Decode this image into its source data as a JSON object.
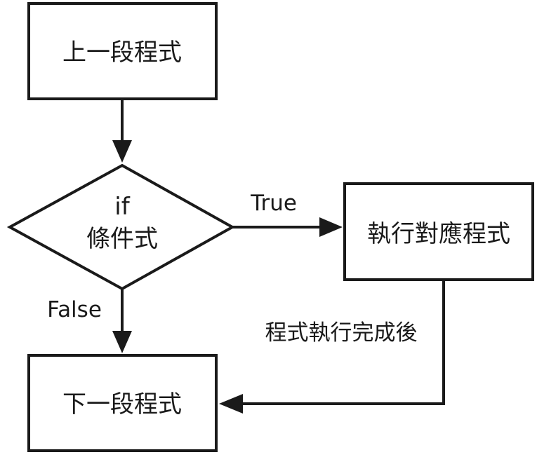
{
  "nodes": {
    "previous": "上一段程式",
    "condition_line1": "if",
    "condition_line2": "條件式",
    "action": "執行對應程式",
    "next": "下一段程式"
  },
  "edges": {
    "true_label": "True",
    "false_label": "False",
    "after_label": "程式執行完成後"
  },
  "colors": {
    "stroke": "#1a1a1a",
    "background": "#ffffff"
  }
}
